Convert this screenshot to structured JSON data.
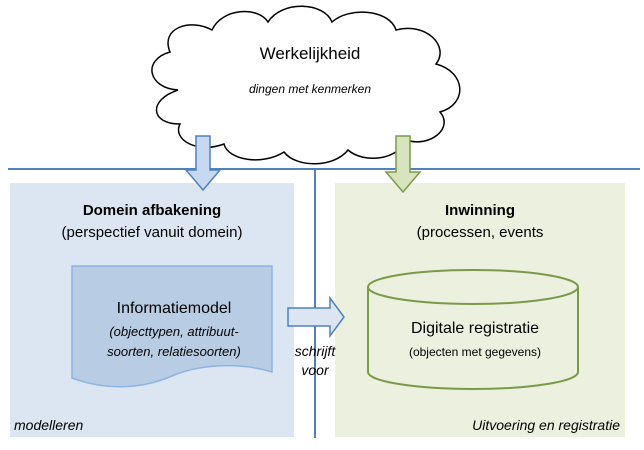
{
  "cloud": {
    "title": "Werkelijkheid",
    "subtitle": "dingen met kenmerken"
  },
  "left_panel": {
    "title": "Domein afbakening",
    "subtitle": "(perspectief vanuit domein)",
    "corner_label": "modelleren",
    "color": "#dce6f2"
  },
  "right_panel": {
    "title": "Inwinning",
    "subtitle": "(processen, events",
    "corner_label": "Uitvoering en registratie",
    "color": "#ebf1de"
  },
  "document": {
    "title": "Informatiemodel",
    "line1": "(objecttypen, attribuut-",
    "line2": "soorten, relatiesoorten)",
    "color": "#b8cce4"
  },
  "database": {
    "title": "Digitale registratie",
    "subtitle": "(objecten met gegevens)",
    "color": "#ebf1de"
  },
  "connector": {
    "line1": "schrijft",
    "line2": "voor"
  },
  "colors": {
    "line": "#4f81bd",
    "border": "#8eb4e3"
  }
}
